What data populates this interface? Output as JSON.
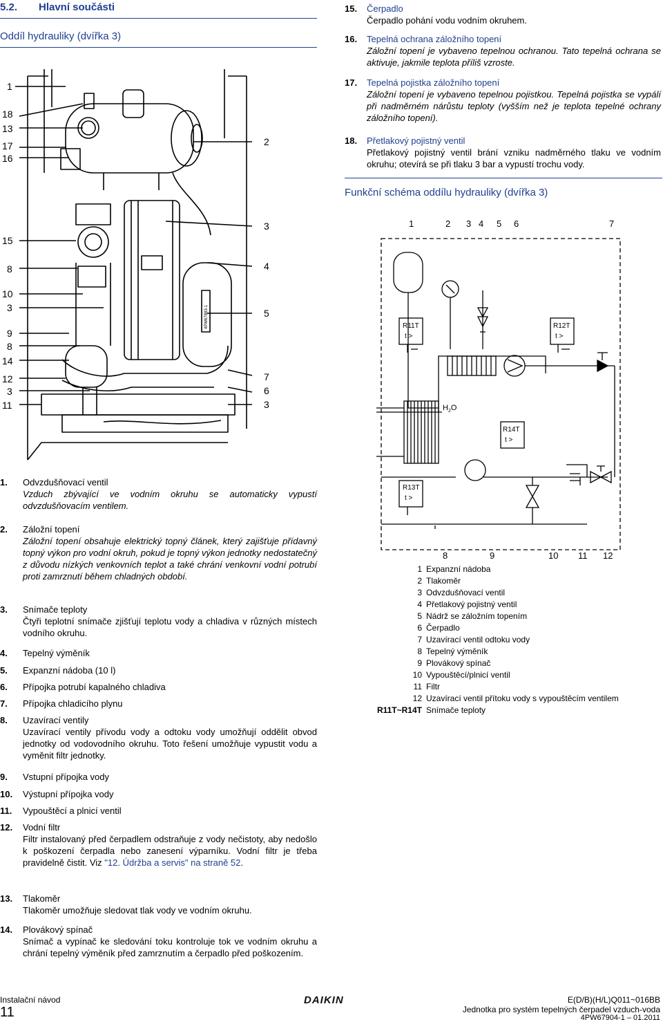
{
  "section": {
    "number": "5.2.",
    "title": "Hlavní součásti"
  },
  "left_subtitle": "Oddíl hydrauliky (dvířka 3)",
  "photo_callouts_left": [
    "1",
    "18",
    "13",
    "17",
    "16",
    "15",
    "8",
    "10",
    "3",
    "9",
    "8",
    "14",
    "12",
    "3",
    "11"
  ],
  "photo_callouts_right": [
    "2",
    "3",
    "4",
    "5",
    "7",
    "6",
    "3"
  ],
  "photo_sticker_text": "4PW67883-1",
  "left_items": [
    {
      "num": "1.",
      "head": "Odvzdušňovací ventil",
      "desc": "Vzduch zbývající ve vodním okruhu se automaticky vypustí odvzdušňovacím ventilem."
    },
    {
      "num": "2.",
      "head": "Záložní topení",
      "desc": "Záložní topení obsahuje elektrický topný článek, který zajišťuje přídavný topný výkon pro vodní okruh, pokud je topný výkon jednotky nedostatečný z důvodu nízkých venkovních teplot a také chrání venkovní vodní potrubí proti zamrznutí během chladných období."
    },
    {
      "num": "3.",
      "head": "Snímače teploty",
      "desc": "Čtyři teplotní snímače zjišťují teplotu vody a chladiva v různých místech vodního okruhu."
    },
    {
      "num": "4.",
      "head": "Tepelný výměník",
      "desc": ""
    },
    {
      "num": "5.",
      "head": "Expanzní nádoba (10 l)",
      "desc": ""
    },
    {
      "num": "6.",
      "head": "Přípojka potrubí kapalného chladiva",
      "desc": ""
    },
    {
      "num": "7.",
      "head": "Přípojka chladicího plynu",
      "desc": ""
    },
    {
      "num": "8.",
      "head": "Uzavírací ventily",
      "desc": "Uzavírací ventily přívodu vody a odtoku vody umožňují oddělit obvod jednotky od vodovodního okruhu. Toto řešení umožňuje vypustit vodu a vyměnit filtr jednotky."
    },
    {
      "num": "9.",
      "head": "Vstupní přípojka vody",
      "desc": ""
    },
    {
      "num": "10.",
      "head": "Výstupní přípojka vody",
      "desc": ""
    },
    {
      "num": "11.",
      "head": "Vypouštěcí a plnicí ventil",
      "desc": ""
    },
    {
      "num": "12.",
      "head": "Vodní filtr",
      "desc": "Filtr instalovaný před čerpadlem odstraňuje z vody nečistoty, aby nedošlo k poškození čerpadla nebo zanesení výparníku. Vodní filtr je třeba pravidelně čistit. Viz",
      "link": "\"12. Údržba a servis\" na straně 52",
      "tail": "."
    },
    {
      "num": "13.",
      "head": "Tlakoměr",
      "desc": "Tlakoměr umožňuje sledovat tlak vody ve vodním okruhu."
    },
    {
      "num": "14.",
      "head": "Plovákový spínač",
      "desc": "Snímač a vypínač ke sledování toku kontroluje tok ve vodním okruhu a chrání tepelný výměník před zamrznutím a čerpadlo před poškozením."
    }
  ],
  "right_items": [
    {
      "num": "15.",
      "head": "Čerpadlo",
      "desc": "Čerpadlo pohání vodu vodním okruhem."
    },
    {
      "num": "16.",
      "head": "Tepelná ochrana záložního topení",
      "desc": "Záložní topení je vybaveno tepelnou ochranou. Tato tepelná ochrana se aktivuje, jakmile teplota příliš vzroste."
    },
    {
      "num": "17.",
      "head": "Tepelná pojistka záložního topení",
      "desc": "Záložní topení je vybaveno tepelnou pojistkou. Tepelná pojistka se vypálí při nadměrném nárůstu teploty (vyšším než je teplota tepelné ochrany záložního topení)."
    },
    {
      "num": "18.",
      "head": "Přetlakový pojistný ventil",
      "desc": "Přetlakový pojistný ventil brání vzniku nadměrného tlaku ve vodním okruhu; otevírá se při tlaku 3 bar a vypustí trochu vody."
    }
  ],
  "schema_title": "Funkční schéma oddílu hydrauliky (dvířka 3)",
  "schema_top_numbers": [
    "1",
    "2",
    "3",
    "4",
    "5",
    "6",
    "7"
  ],
  "schema_bottom_numbers": [
    "8",
    "9",
    "10",
    "11",
    "12"
  ],
  "sensors": {
    "r11": "R11T",
    "r12": "R12T",
    "r13": "R13T",
    "r14": "R14T",
    "t": "t >"
  },
  "h2o": {
    "h": "H",
    "sub": "2",
    "o": "O"
  },
  "legend": [
    {
      "k": "1",
      "v": "Expanzní nádoba"
    },
    {
      "k": "2",
      "v": "Tlakoměr"
    },
    {
      "k": "3",
      "v": "Odvzdušňovací ventil"
    },
    {
      "k": "4",
      "v": "Přetlakový pojistný ventil"
    },
    {
      "k": "5",
      "v": "Nádrž se záložním topením"
    },
    {
      "k": "6",
      "v": "Čerpadlo"
    },
    {
      "k": "7",
      "v": "Uzavírací ventil odtoku vody"
    },
    {
      "k": "8",
      "v": "Tepelný výměník"
    },
    {
      "k": "9",
      "v": "Plovákový spínač"
    },
    {
      "k": "10",
      "v": "Vypouštěcí/plnicí ventil"
    },
    {
      "k": "11",
      "v": "Filtr"
    },
    {
      "k": "12",
      "v": "Uzavírací ventil přítoku vody s vypouštěcím ventilem"
    },
    {
      "k": "R11T~R14T",
      "v": "Snímače teploty"
    }
  ],
  "footer": {
    "left_top": "Instalační návod",
    "page": "11",
    "brand": "DAIKIN",
    "right_top": "E(D/B)(H/L)Q011~016BB",
    "right_mid": "Jednotka pro systém tepelných čerpadel vzduch-voda",
    "right_bot": "4PW67904-1 – 01.2011"
  }
}
